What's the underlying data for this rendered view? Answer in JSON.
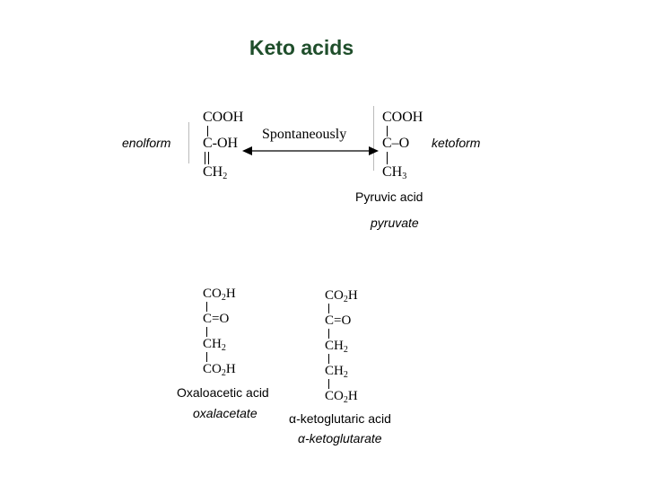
{
  "title": "Keto acids",
  "colors": {
    "title": "#1f4e2b",
    "text": "#000000",
    "background": "#ffffff"
  },
  "equilibrium": {
    "left_label": "enolform",
    "right_label": "ketoform",
    "arrow_label": "Spontaneously",
    "enol": {
      "top": "COOH",
      "middle": "C-OH",
      "bottom_pre": "CH",
      "bottom_sub": "2"
    },
    "keto": {
      "top": "COOH",
      "middle": "C–O",
      "bottom_pre": "CH",
      "bottom_sub": "3"
    },
    "name": "Pyruvic acid",
    "anion_name": "pyruvate"
  },
  "oxaloacetic": {
    "rows": [
      {
        "pre": "CO",
        "sub": "2",
        "post": "H"
      },
      {
        "pre": "C=O",
        "sub": "",
        "post": ""
      },
      {
        "pre": "CH",
        "sub": "2",
        "post": ""
      },
      {
        "pre": "CO",
        "sub": "2",
        "post": "H"
      }
    ],
    "name": "Oxaloacetic acid",
    "anion_name": "oxalacetate"
  },
  "ketoglutaric": {
    "rows": [
      {
        "pre": "CO",
        "sub": "2",
        "post": "H"
      },
      {
        "pre": "C=O",
        "sub": "",
        "post": ""
      },
      {
        "pre": "CH",
        "sub": "2",
        "post": ""
      },
      {
        "pre": "CH",
        "sub": "2",
        "post": ""
      },
      {
        "pre": "CO",
        "sub": "2",
        "post": "H"
      }
    ],
    "name": "α-ketoglutaric acid",
    "anion_name": "α-ketoglutarate"
  }
}
